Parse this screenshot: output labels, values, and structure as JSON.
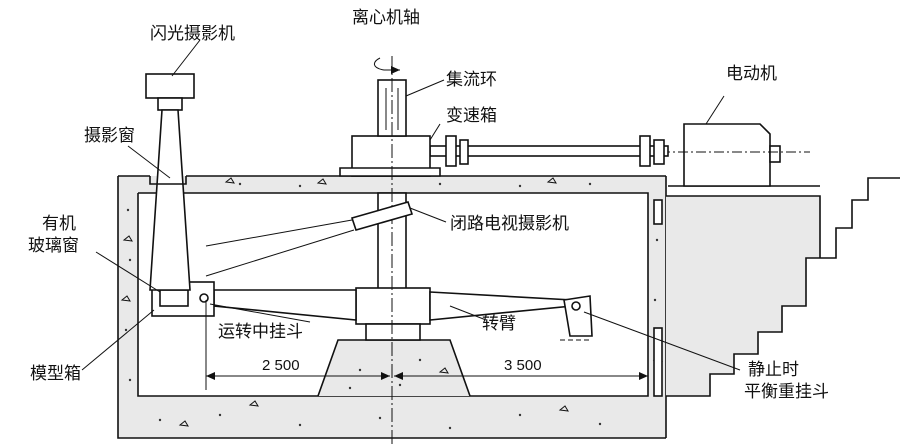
{
  "labels": {
    "flash_camera": "闪光摄影机",
    "centrifuge_shaft": "离心机轴",
    "slip_ring": "集流环",
    "gearbox": "变速箱",
    "motor": "电动机",
    "photo_window": "摄影窗",
    "cctv_camera": "闭路电视摄影机",
    "glass_window_line1": "有机",
    "glass_window_line2": "玻璃窗",
    "running_bucket": "运转中挂斗",
    "rotating_arm": "转臂",
    "model_box": "模型箱",
    "rest_bucket_line1": "静止时",
    "rest_bucket_line2": "平衡重挂斗"
  },
  "dimensions": {
    "left_radius": "2 500",
    "right_radius": "3 500"
  }
}
